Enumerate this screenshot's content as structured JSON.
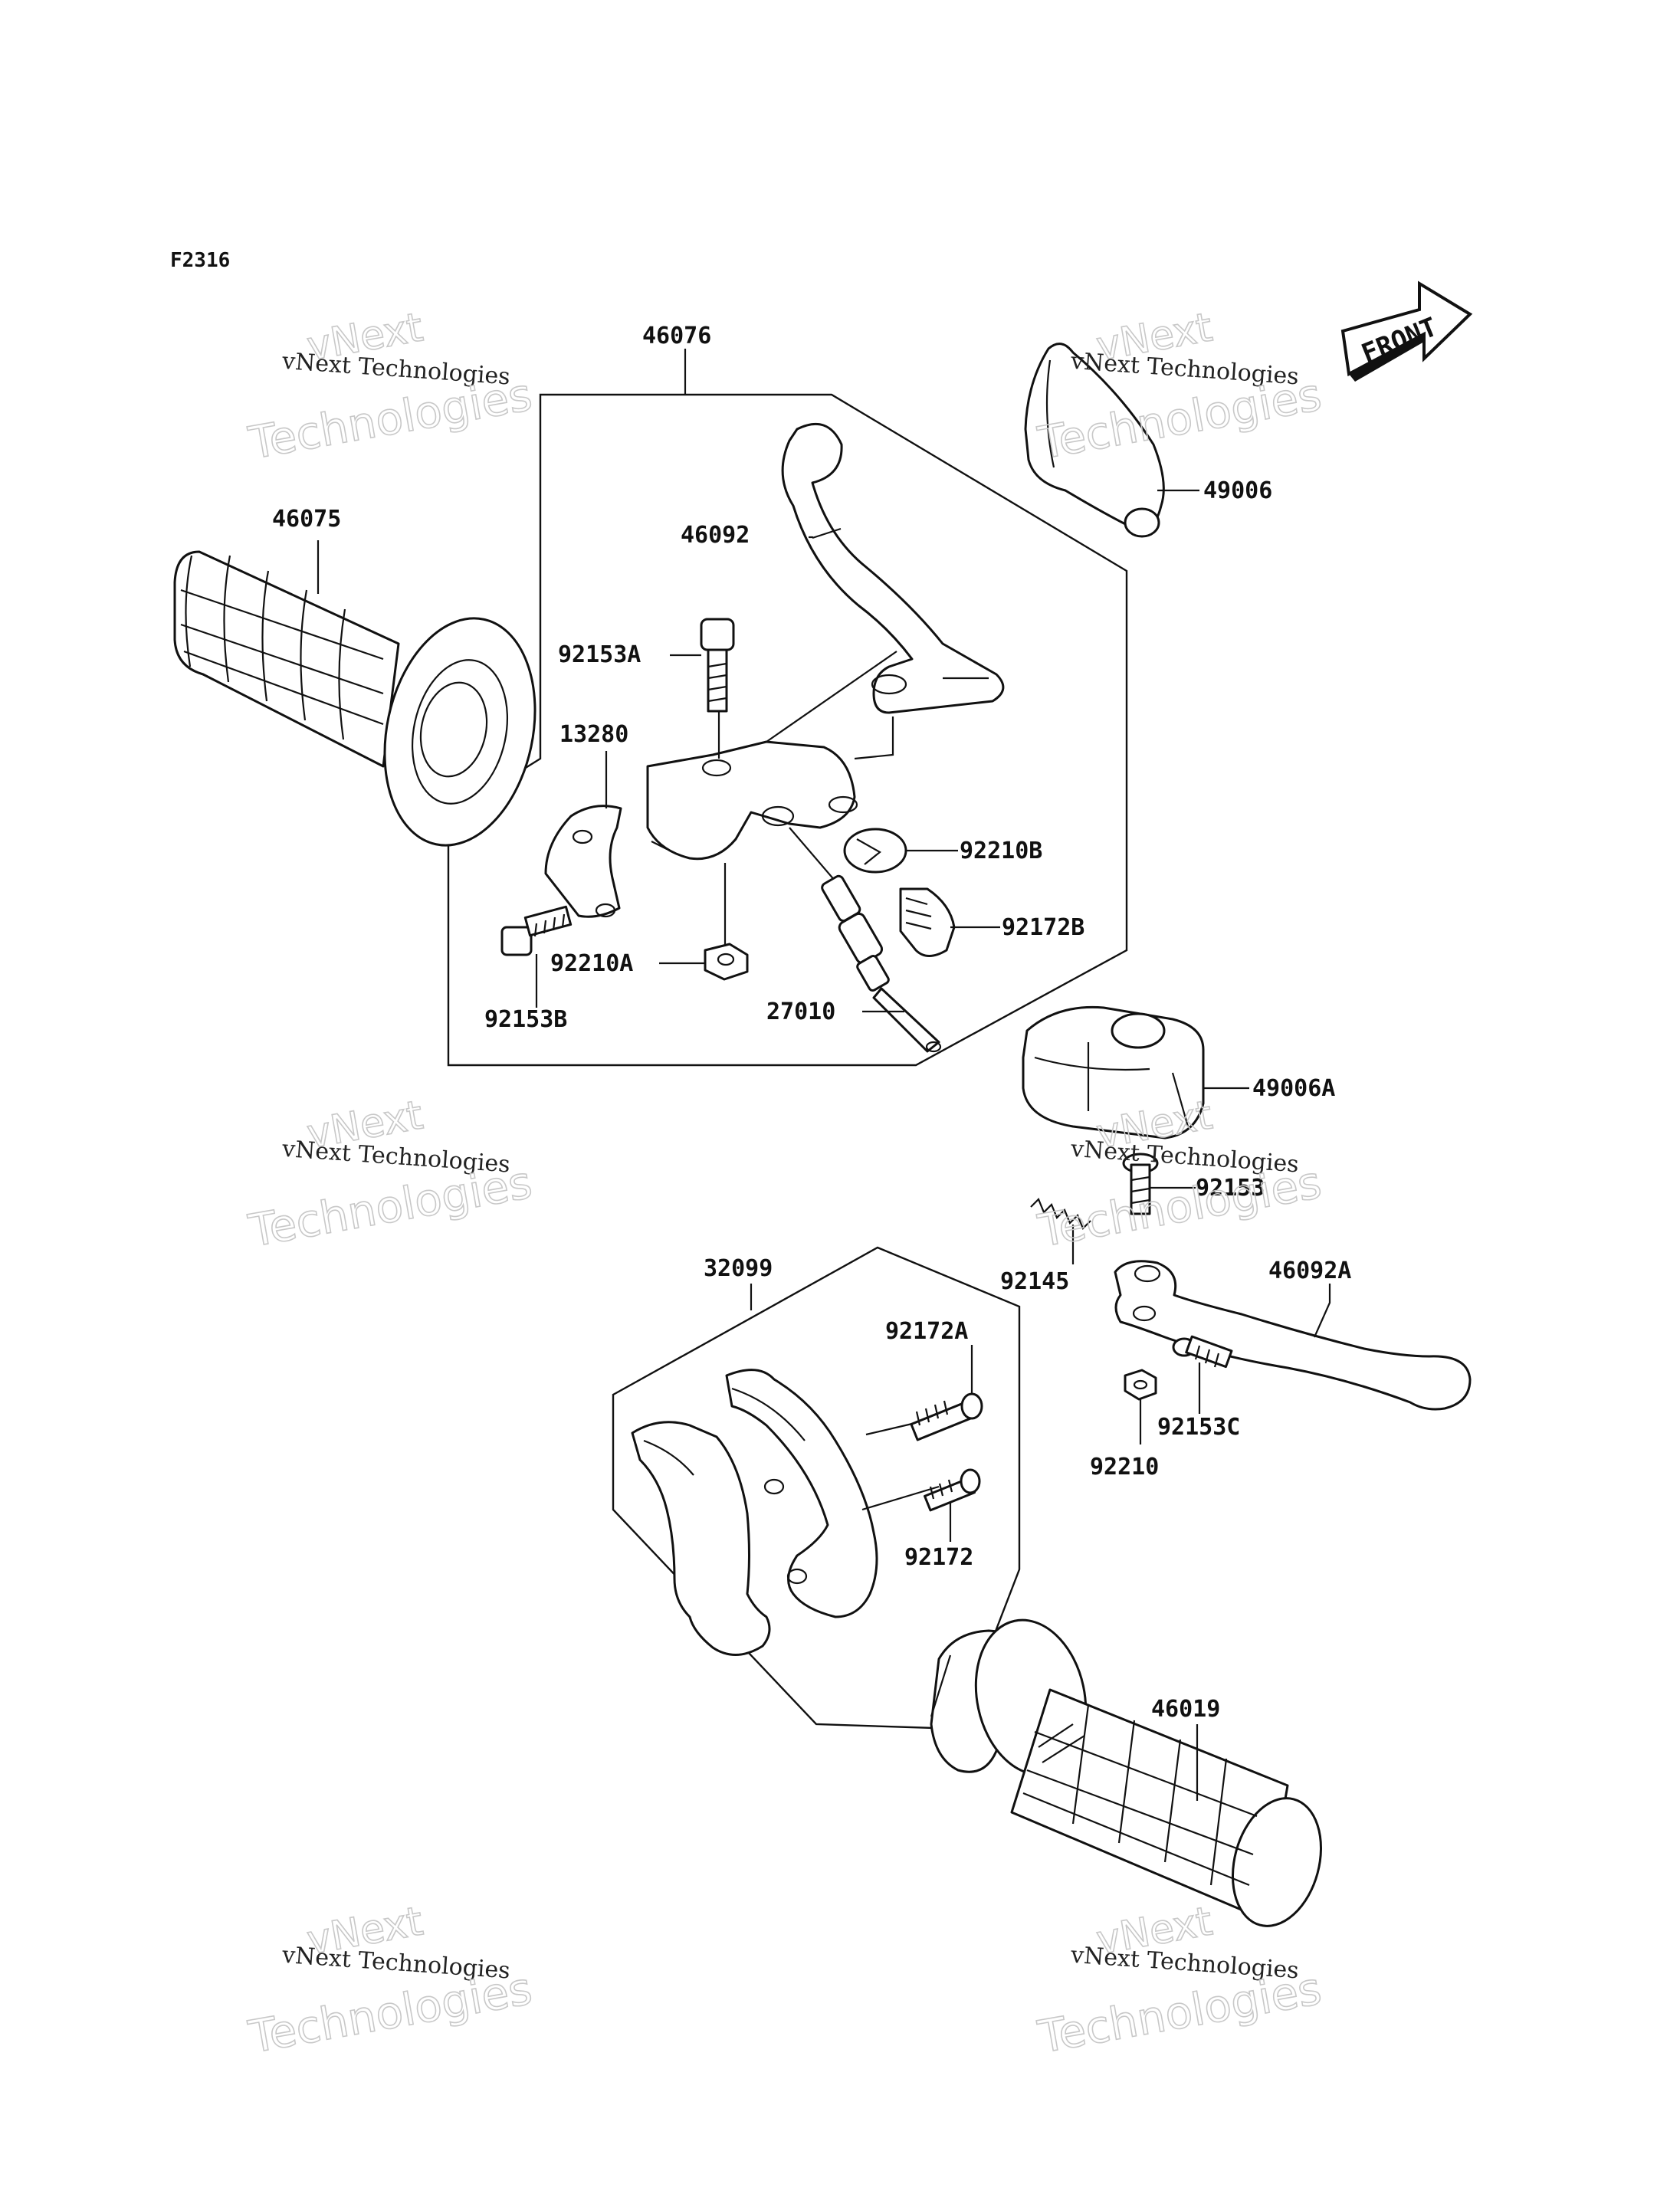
{
  "figure_code": "F2316",
  "front_label": "FRONT",
  "watermark": {
    "line1": "vNext Technologies",
    "line2": "vNext",
    "line3": "Technologies"
  },
  "labels": {
    "p46076": "46076",
    "p46075": "46075",
    "p46092": "46092",
    "p92153A": "92153A",
    "p13280": "13280",
    "p92210B": "92210B",
    "p92172B": "92172B",
    "p92210A": "92210A",
    "p92153B": "92153B",
    "p27010": "27010",
    "p49006": "49006",
    "p49006A": "49006A",
    "p92153": "92153",
    "p92145": "92145",
    "p46092A": "46092A",
    "p92153C": "92153C",
    "p92210": "92210",
    "p32099": "32099",
    "p92172A": "92172A",
    "p92172": "92172",
    "p46019": "46019"
  }
}
